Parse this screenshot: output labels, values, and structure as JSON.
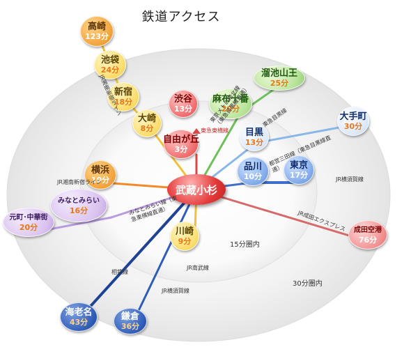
{
  "title": "鉄道アクセス",
  "hub": {
    "name": "武蔵小杉"
  },
  "zones": [
    {
      "label": "15分圏内"
    },
    {
      "label": "30分圏内"
    }
  ],
  "stations": [
    {
      "id": "takasaki",
      "name": "高崎",
      "time": "123分",
      "color": "orange"
    },
    {
      "id": "ikebukuro",
      "name": "池袋",
      "time": "24分",
      "color": "yellow"
    },
    {
      "id": "shinjuku",
      "name": "新宿",
      "time": "18分",
      "color": "yellow"
    },
    {
      "id": "osaki",
      "name": "大崎",
      "time": "8分",
      "color": "yellow"
    },
    {
      "id": "shibuya",
      "name": "渋谷",
      "time": "13分",
      "color": "red"
    },
    {
      "id": "jiyugaoka",
      "name": "自由が丘",
      "time": "3分",
      "color": "red"
    },
    {
      "id": "azabujuban",
      "name": "麻布十番",
      "time": "20分",
      "color": "green"
    },
    {
      "id": "tameikesanno",
      "name": "溜池山王",
      "time": "25分",
      "color": "green"
    },
    {
      "id": "meguro",
      "name": "目黒",
      "time": "13分",
      "color": "lightblue"
    },
    {
      "id": "otemachi",
      "name": "大手町",
      "time": "30分",
      "color": "lightblue"
    },
    {
      "id": "shinagawa",
      "name": "品川",
      "time": "10分",
      "color": "blue"
    },
    {
      "id": "tokyo",
      "name": "東京",
      "time": "17分",
      "color": "blue"
    },
    {
      "id": "yokohama",
      "name": "横浜",
      "time": "10分",
      "color": "orange"
    },
    {
      "id": "minatomirai",
      "name": "みなとみらい",
      "time": "16分",
      "color": "purple"
    },
    {
      "id": "motomachi",
      "name": "元町･中華街",
      "time": "20分",
      "color": "purple"
    },
    {
      "id": "kawasaki",
      "name": "川崎",
      "time": "9分",
      "color": "yellow"
    },
    {
      "id": "narita",
      "name": "成田空港",
      "time": "76分",
      "color": "pink"
    },
    {
      "id": "ebina",
      "name": "海老名",
      "time": "43分",
      "color": "navy"
    },
    {
      "id": "kamakura",
      "name": "鎌倉",
      "time": "36分",
      "color": "navy"
    }
  ],
  "lines": [
    {
      "id": "shonan-shinjuku-v",
      "label": "JR湘南新宿ライン"
    },
    {
      "id": "toyoko",
      "label": "東急東横線"
    },
    {
      "id": "namboku",
      "label": "東京メトロ南北線（東急目黒線直通）"
    },
    {
      "id": "meguro-line",
      "label": "東急目黒線"
    },
    {
      "id": "mita",
      "label": "都営三田線（東急目黒線直通）"
    },
    {
      "id": "yokosuka-tokyo",
      "label": "JR横須賀線"
    },
    {
      "id": "shonan-shinjuku-h",
      "label": "JR湘南新宿ライン"
    },
    {
      "id": "minatomirai-line",
      "label": "みなとみらい線（東急東横線直通）"
    },
    {
      "id": "narita-express",
      "label": "JR成田エクスプレス"
    },
    {
      "id": "nambu",
      "label": "JR南武線"
    },
    {
      "id": "sotetsu",
      "label": "相鉄線"
    },
    {
      "id": "yokosuka-kamakura",
      "label": "JR横須賀線"
    }
  ]
}
